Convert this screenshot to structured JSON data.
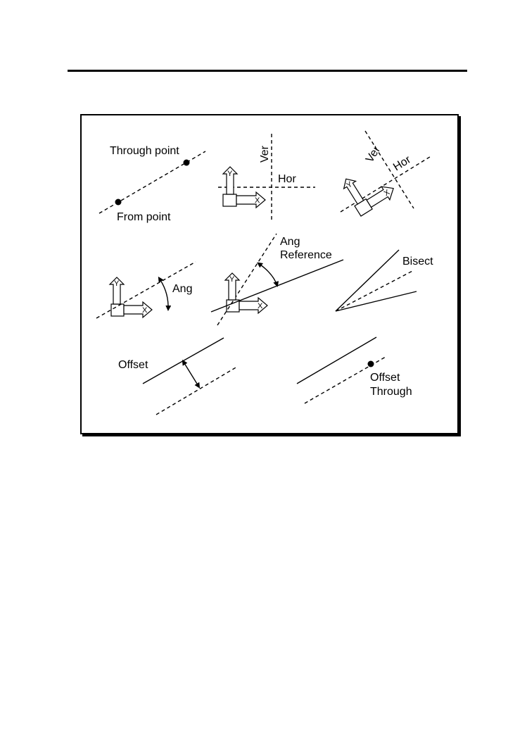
{
  "labels": {
    "through_point": "Through point",
    "from_point": "From point",
    "ver_1": "Ver",
    "hor_1": "Hor",
    "ver_2": "Ver",
    "hor_2": "Hor",
    "ang": "Ang",
    "ang_reference_1": "Ang",
    "ang_reference_2": "Reference",
    "bisect": "Bisect",
    "offset": "Offset",
    "offset_through_1": "Offset",
    "offset_through_2": "Through"
  },
  "axes": {
    "x": "X",
    "y": "Y"
  }
}
